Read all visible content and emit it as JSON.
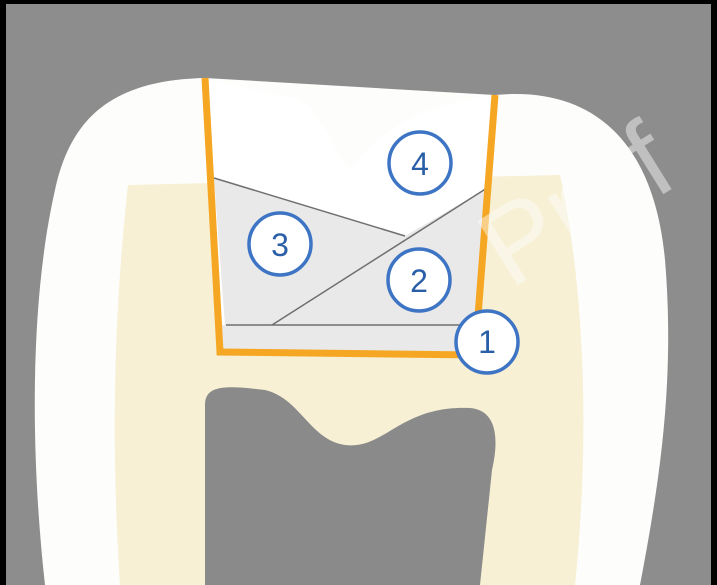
{
  "diagram": {
    "layer_labels": [
      "1",
      "2",
      "3",
      "4"
    ],
    "watermark_text": "Prof",
    "colors": {
      "background": "#8d8d8d",
      "enamel": "#fdfdfb",
      "dentin": "#f7f0d4",
      "pulp": "#8a8a8a",
      "cavity_outline": "#f5a623",
      "filling_layers": "#e9e9e9",
      "layer_lines": "#6f6f6f",
      "circle_border": "#3d74c4",
      "label_text": "#2a5fa8"
    }
  }
}
